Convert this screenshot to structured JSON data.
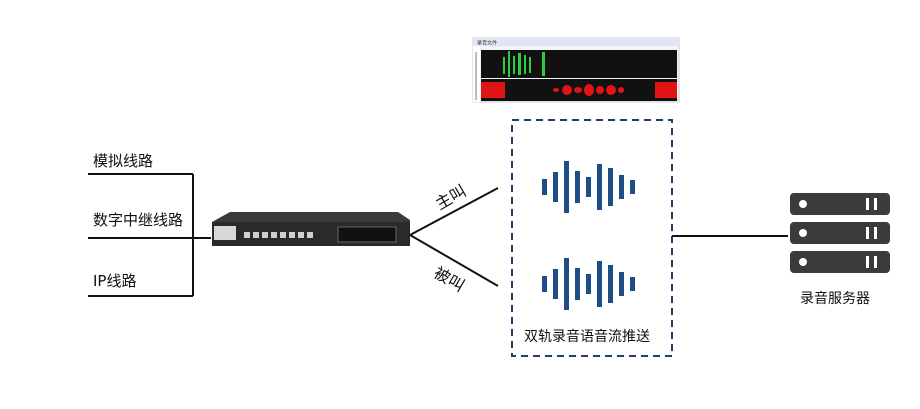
{
  "inputs": [
    "模拟线路",
    "数字中继线路",
    "IP线路"
  ],
  "branches": {
    "caller": "主叫",
    "callee": "被叫"
  },
  "waveform_panel": {
    "title": "录音文件"
  },
  "stream_label": "双轨录音语音流推送",
  "server_label": "录音服务器",
  "colors": {
    "wave_blue": "#1d4f86",
    "dashed_border": "#1f3f66",
    "server": "#3b3b3b",
    "green_track": "#2ecc40",
    "red_track": "#e01414"
  }
}
